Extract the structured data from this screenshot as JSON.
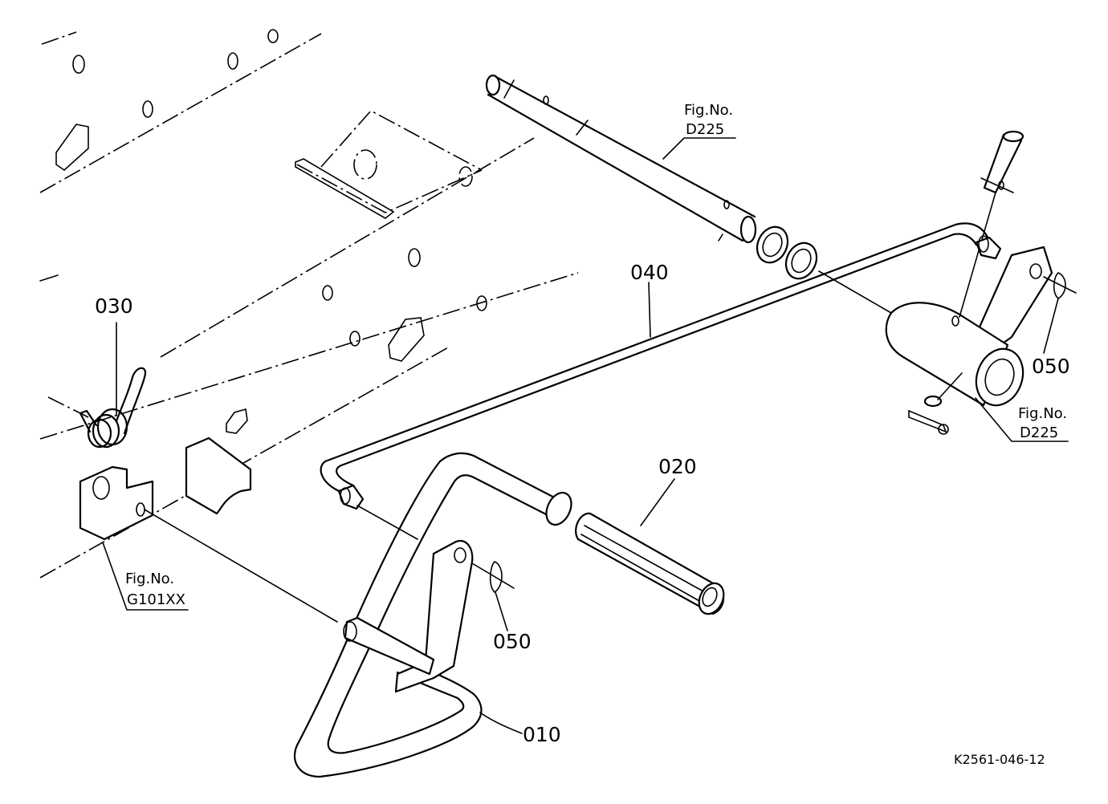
{
  "parts": [
    {
      "id": "p010",
      "label": "010"
    },
    {
      "id": "p020",
      "label": "020"
    },
    {
      "id": "p030",
      "label": "030"
    },
    {
      "id": "p040",
      "label": "040"
    },
    {
      "id": "p050a",
      "label": "050"
    },
    {
      "id": "p050b",
      "label": "050"
    }
  ],
  "refs": [
    {
      "id": "r1",
      "caption": "Fig.No.",
      "number": "D225"
    },
    {
      "id": "r2",
      "caption": "Fig.No.",
      "number": "D225"
    },
    {
      "id": "r3",
      "caption": "Fig.No.",
      "number": "G101XX"
    }
  ],
  "drawing_code": "K2561-046-12"
}
